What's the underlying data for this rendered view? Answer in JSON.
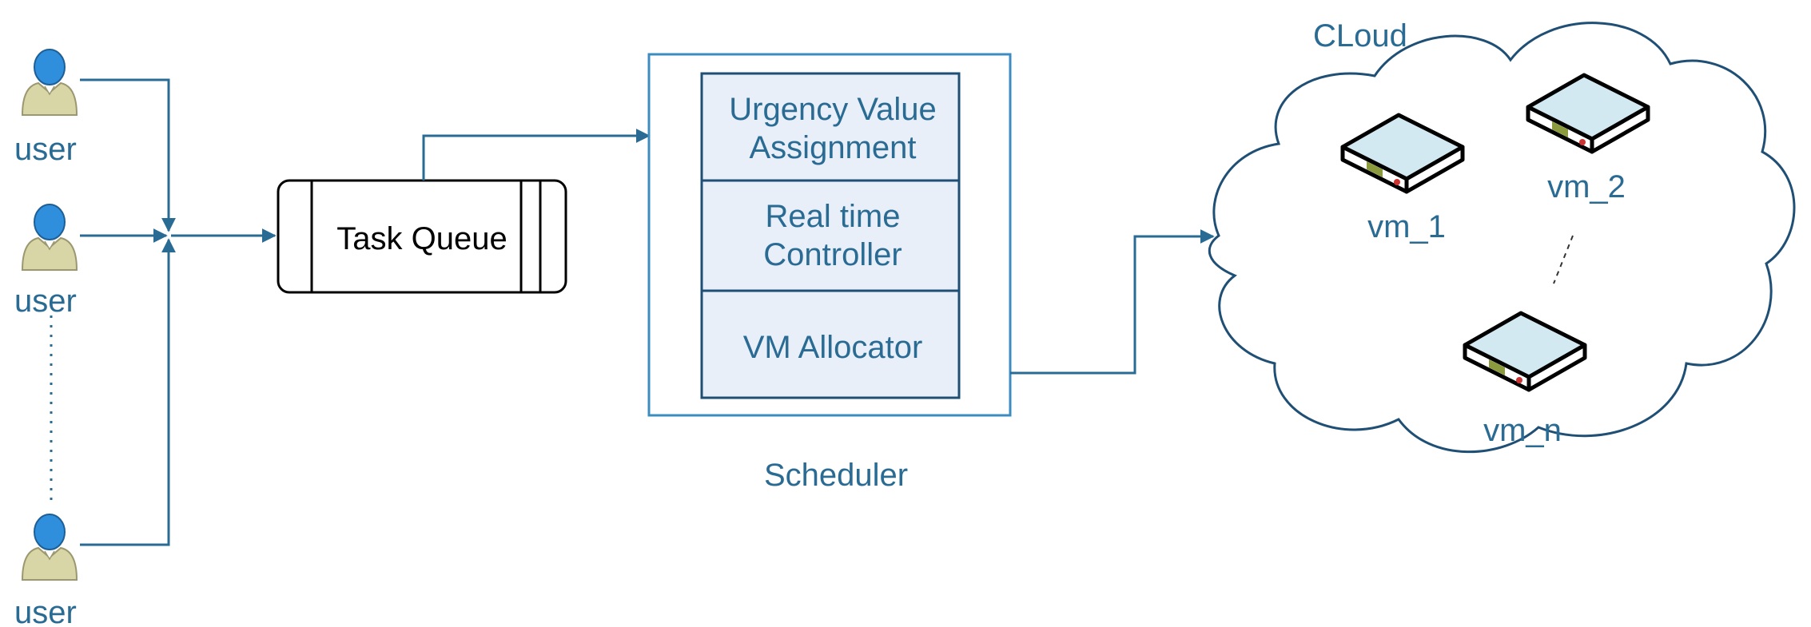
{
  "users": [
    {
      "label": "user"
    },
    {
      "label": "user"
    },
    {
      "label": "user"
    }
  ],
  "task_queue": {
    "label": "Task Queue"
  },
  "scheduler": {
    "label": "Scheduler",
    "modules": [
      {
        "line1": "Urgency Value",
        "line2": "Assignment"
      },
      {
        "line1": "Real time",
        "line2": "Controller"
      },
      {
        "line1": "VM Allocator",
        "line2": ""
      }
    ]
  },
  "cloud": {
    "label": "CLoud",
    "vms": [
      {
        "label": "vm_1"
      },
      {
        "label": "vm_2"
      },
      {
        "label": "vm_n"
      }
    ]
  },
  "colors": {
    "line": "#2a6b94",
    "user_head": "#2f8fdc",
    "user_body": "#d8d6a6",
    "module_fill": "#e8eff8",
    "server_top": "#d3e9f2"
  }
}
